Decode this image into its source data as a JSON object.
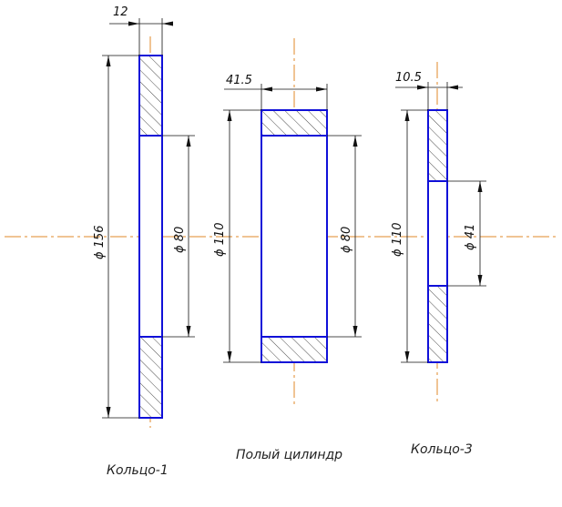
{
  "parts": {
    "ring1": {
      "name": "Кольцо-1",
      "width_dim": "12",
      "outer_dim": "ϕ 156",
      "inner_dim": "ϕ 80"
    },
    "cylinder": {
      "name": "Полый цилиндр",
      "width_dim": "41.5",
      "outer_dim": "ϕ 110",
      "inner_dim": "ϕ 80"
    },
    "ring3": {
      "name": "Кольцо-3",
      "width_dim": "10.5",
      "outer_dim": "ϕ 110",
      "inner_dim": "ϕ 41"
    }
  },
  "colors": {
    "outline": "#1010d8",
    "axis": "#e08a2a",
    "dimension": "#111111"
  }
}
